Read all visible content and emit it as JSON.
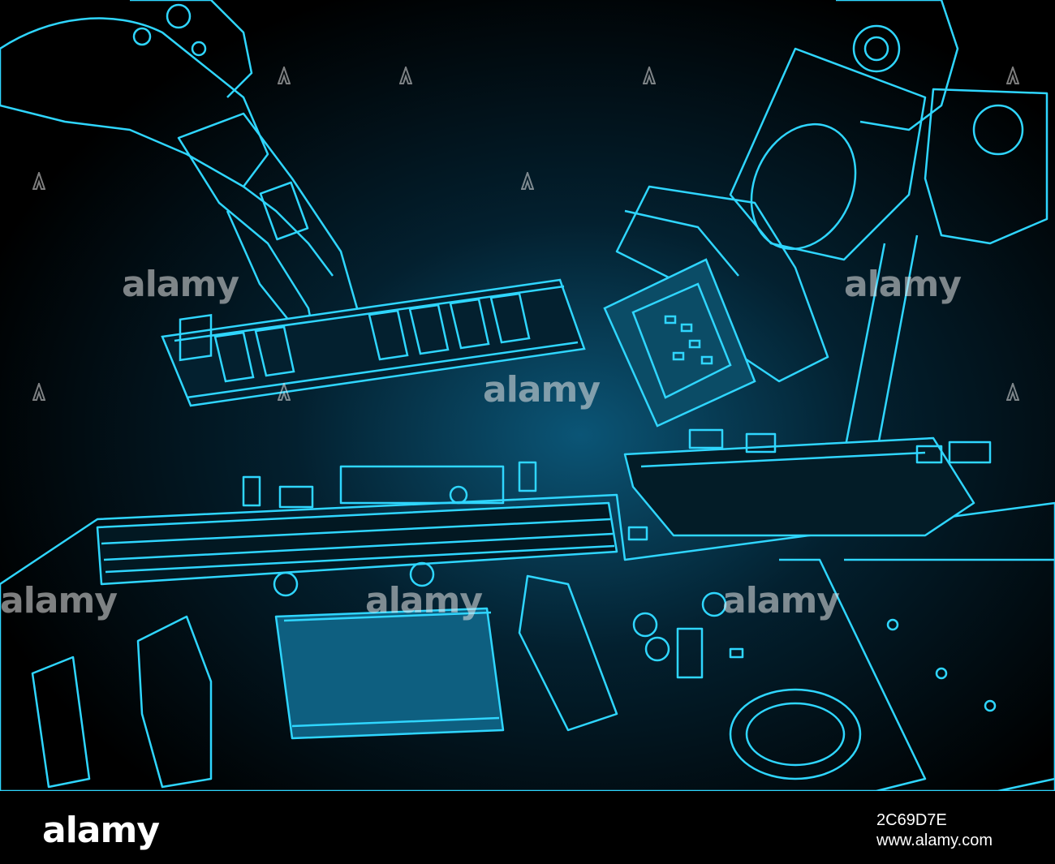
{
  "watermark": {
    "text": "alamy",
    "color": "#e6e6e6"
  },
  "footer": {
    "logo": "alamy",
    "image_id": "2C69D7E",
    "site": "www.alamy.com"
  },
  "art": {
    "background": "#000000",
    "line_color": "#2fd6ff",
    "glow_color": "#0a4a66",
    "subjects": [
      "robotic-arm-holding-ram-module",
      "robotic-arm-holding-cpu",
      "motherboard"
    ]
  }
}
